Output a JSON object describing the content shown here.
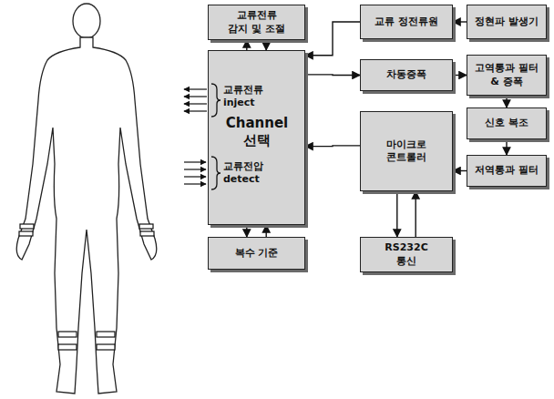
{
  "diagram": {
    "nodes": [
      {
        "text": [
          "교류전류 감지 및 조절"
        ]
      },
      {
        "text": [
          "교류 정전류원"
        ]
      },
      {
        "text": [
          "정현파 발생기"
        ]
      },
      {
        "text": [
          "교류전류 inject",
          "Channel 선택",
          "교류전압 detect"
        ]
      },
      {
        "text": [
          "차동증폭"
        ]
      },
      {
        "text": [
          "고역통과 필터 & 증폭"
        ]
      },
      {
        "text": [
          "신호 복조"
        ]
      },
      {
        "text": [
          "마이크로 콘트롤러"
        ]
      },
      {
        "text": [
          "저역통과 필터"
        ]
      },
      {
        "text": [
          "복수 기준"
        ]
      },
      {
        "text": [
          "RS232C 통신"
        ]
      }
    ],
    "edges": [
      {
        "from": 2,
        "to": 1,
        "arrow": "to"
      },
      {
        "from": 1,
        "to": 3,
        "arrow": "to"
      },
      {
        "from": 3,
        "to": 0,
        "arrow": "to"
      },
      {
        "from": 0,
        "to": 3,
        "arrow": "to"
      },
      {
        "from": 3,
        "to": 4,
        "arrow": "to"
      },
      {
        "from": 4,
        "to": 5,
        "arrow": "to"
      },
      {
        "from": 5,
        "to": 6,
        "arrow": "to"
      },
      {
        "from": 6,
        "to": 8,
        "arrow": "to"
      },
      {
        "from": 8,
        "to": 7,
        "arrow": "to"
      },
      {
        "from": 7,
        "to": 3,
        "arrow": "to"
      },
      {
        "from": 7,
        "to": 10,
        "arrow": "to"
      },
      {
        "from": 10,
        "to": 7,
        "arrow": "to"
      },
      {
        "from": 3,
        "to": 9,
        "arrow": "to"
      },
      {
        "from": 9,
        "to": 3,
        "arrow": "to"
      }
    ]
  }
}
